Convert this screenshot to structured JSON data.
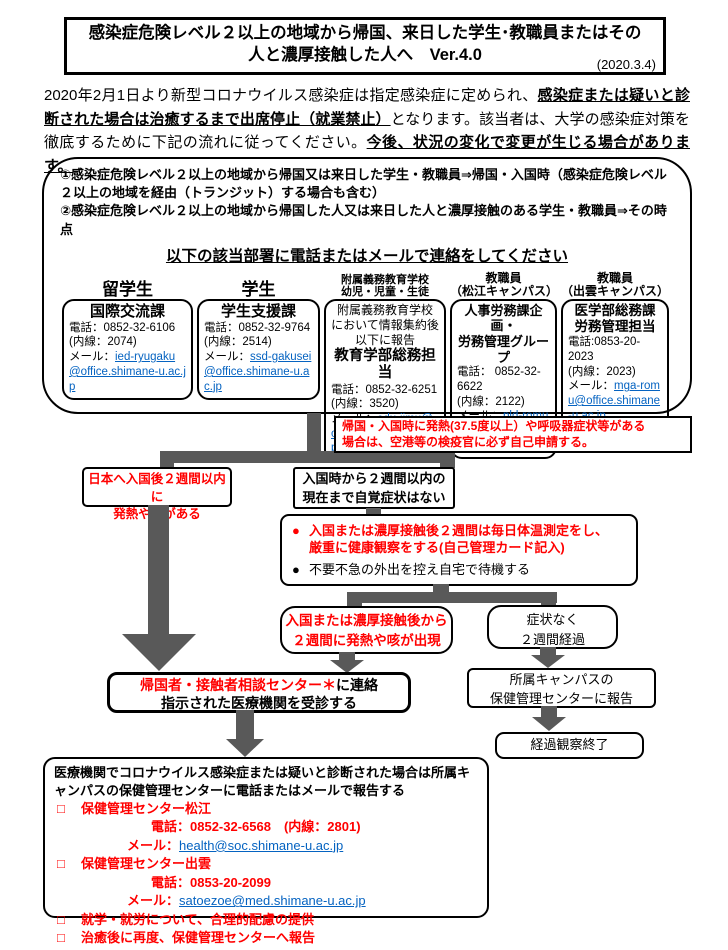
{
  "colors": {
    "red": "#FF0000",
    "link_blue": "#0563C1",
    "arrow_gray": "#595959"
  },
  "title": {
    "line1": "感染症危険レベル２以上の地域から帰国、来日した学生･教職員またはその",
    "line2": "人と濃厚接触した人へ　Ver.4.0",
    "date": "(2020.3.4)"
  },
  "intro": {
    "part1": "2020年2月1日より新型コロナウイルス感染症は指定感染症に定められ、",
    "part2": "感染症または疑いと診断された場合は治癒するまで出席停止（就業禁止）",
    "part3": "となります。該当者は、大学の感染症対策を徹底するために下記の流れに従ってください。",
    "part4": "今後、状況の変化で変更が生じる場合があります。"
  },
  "eligibility": {
    "item1": "①感染症危険レベル２以上の地域から帰国又は来日した学生・教職員⇒帰国・入国時（感染症危険レベル２以上の地域を経由（トランジット）する場合も含む）",
    "item2": "②感染症危険レベル２以上の地域から帰国した人又は来日した人と濃厚接触のある学生・教職員⇒その時点",
    "heading": "以下の該当部署に電話またはメールで連絡をしてください"
  },
  "contacts": {
    "mail_label": "メール：",
    "columns": [
      {
        "header": "留学生",
        "dept": "国際交流課",
        "tel": "電話：0852-32-6106",
        "ext": "(内線：2074)",
        "email": "ied-ryugaku@office.shimane-u.ac.jp"
      },
      {
        "header": "学生",
        "dept": "学生支援課",
        "tel": "電話：0852-32-9764",
        "ext": "(内線：2514)",
        "email": "ssd-gakusei@office.shimane-u.ac.jp"
      },
      {
        "header_line1": "附属義務教育学校",
        "header_line2": "幼児・児童・生徒",
        "pre1": "附属義務教育学校",
        "pre2": "において情報集約後",
        "pre3": "以下に報告",
        "dept": "教育学部総務担当",
        "tel": "電話：0852-32-6251",
        "ext": "(内線：3520)",
        "email": "edu-jimu@office.shimane-u.ac.jp"
      },
      {
        "header_line1": "教職員",
        "header_line2": "（松江キャンパス）",
        "dept_line1": "人事労務課企画・",
        "dept_line2": "労務管理グループ",
        "tel": "電話： 0852-32-6622",
        "ext": "(内線：2122)",
        "email": "pld-romu@office.shimane-u.ac.jp"
      },
      {
        "header_line1": "教職員",
        "header_line2": "（出雲キャンパス）",
        "dept_line1": "医学部総務課",
        "dept_line2": "労務管理担当",
        "tel": "電話:0853-20-2023",
        "ext": "(内線：2023)",
        "email": "mga-romu@office.shimane-u.ac.jp"
      }
    ]
  },
  "flow": {
    "airport_note_line1": "帰国・入国時に発熱(37.5度以上）や呼吸器症状等がある",
    "airport_note_line2": "場合は、空港等の検疫官に必ず自己申請する。",
    "symptom_line1": "日本へ入国後２週間以内に",
    "symptom_line2": "発熱や咳がある",
    "no_symptom_line1": "入国時から２週間以内の",
    "no_symptom_line2": "現在まで自覚症状はない",
    "bullet": "●",
    "obs_rule1_line1": "入国または濃厚接触後２週間は毎日体温測定をし、",
    "obs_rule1_line2": "厳重に健康観察をする(自己管理カード記入)",
    "obs_rule2": "不要不急の外出を控え自宅で待機する",
    "onset_line1": "入国または濃厚接触後から",
    "onset_line2": "２週間に発熱や咳が出現",
    "clear_line1": "症状なく",
    "clear_line2": "２週間経過",
    "consult_line1_red": "帰国者・接触者相談センター＊",
    "consult_line1_black": "に連絡",
    "consult_line2": "指示された医療機関を受診する",
    "report_line1": "所属キャンパスの",
    "report_line2": "保健管理センターに報告",
    "end_label": "経過観察終了"
  },
  "bottom_box": {
    "title": "医療機関でコロナウイルス感染症または疑いと診断された場合は所属キャンパスの保健管理センターに電話またはメールで報告する",
    "bullet": "□",
    "mail_label": "メール：",
    "item1_label": "保健管理センター松江",
    "item1_tel": "電話：0852-32-6568　(内線：2801)",
    "item1_mail": "health@soc.shimane-u.ac.jp",
    "item2_label": "保健管理センター出雲",
    "item2_tel": "電話：0853-20-2099",
    "item2_mail": "satoezoe@med.shimane-u.ac.jp",
    "item3": "就学・就労について、合理的配慮の提供",
    "item4": "治癒後に再度、保健管理センターへ報告"
  }
}
